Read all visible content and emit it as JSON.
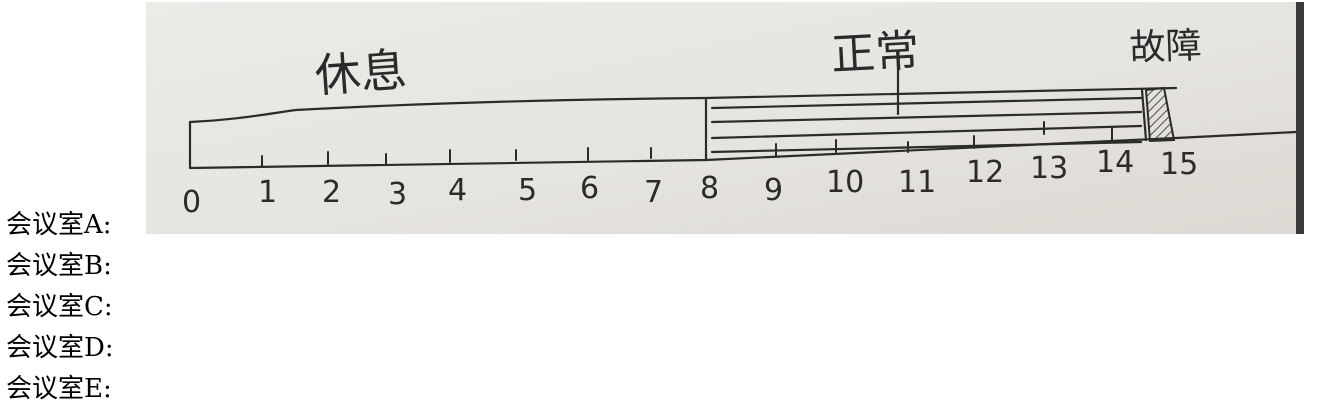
{
  "diagram": {
    "labels": {
      "rest": "休息",
      "normal": "正常",
      "fault": "故障"
    },
    "scale": {
      "ticks": [
        "0",
        "1",
        "2",
        "3",
        "4",
        "5",
        "6",
        "7",
        "8",
        "9",
        "10",
        "11",
        "12",
        "13",
        "14",
        "15"
      ]
    }
  },
  "rooms": [
    {
      "label": "会议室A:"
    },
    {
      "label": "会议室B:"
    },
    {
      "label": "会议室C:"
    },
    {
      "label": "会议室D:"
    },
    {
      "label": "会议室E:"
    }
  ],
  "colors": {
    "paper": "#e9e6e1",
    "ink": "#2b2b2b",
    "text": "#000000"
  }
}
